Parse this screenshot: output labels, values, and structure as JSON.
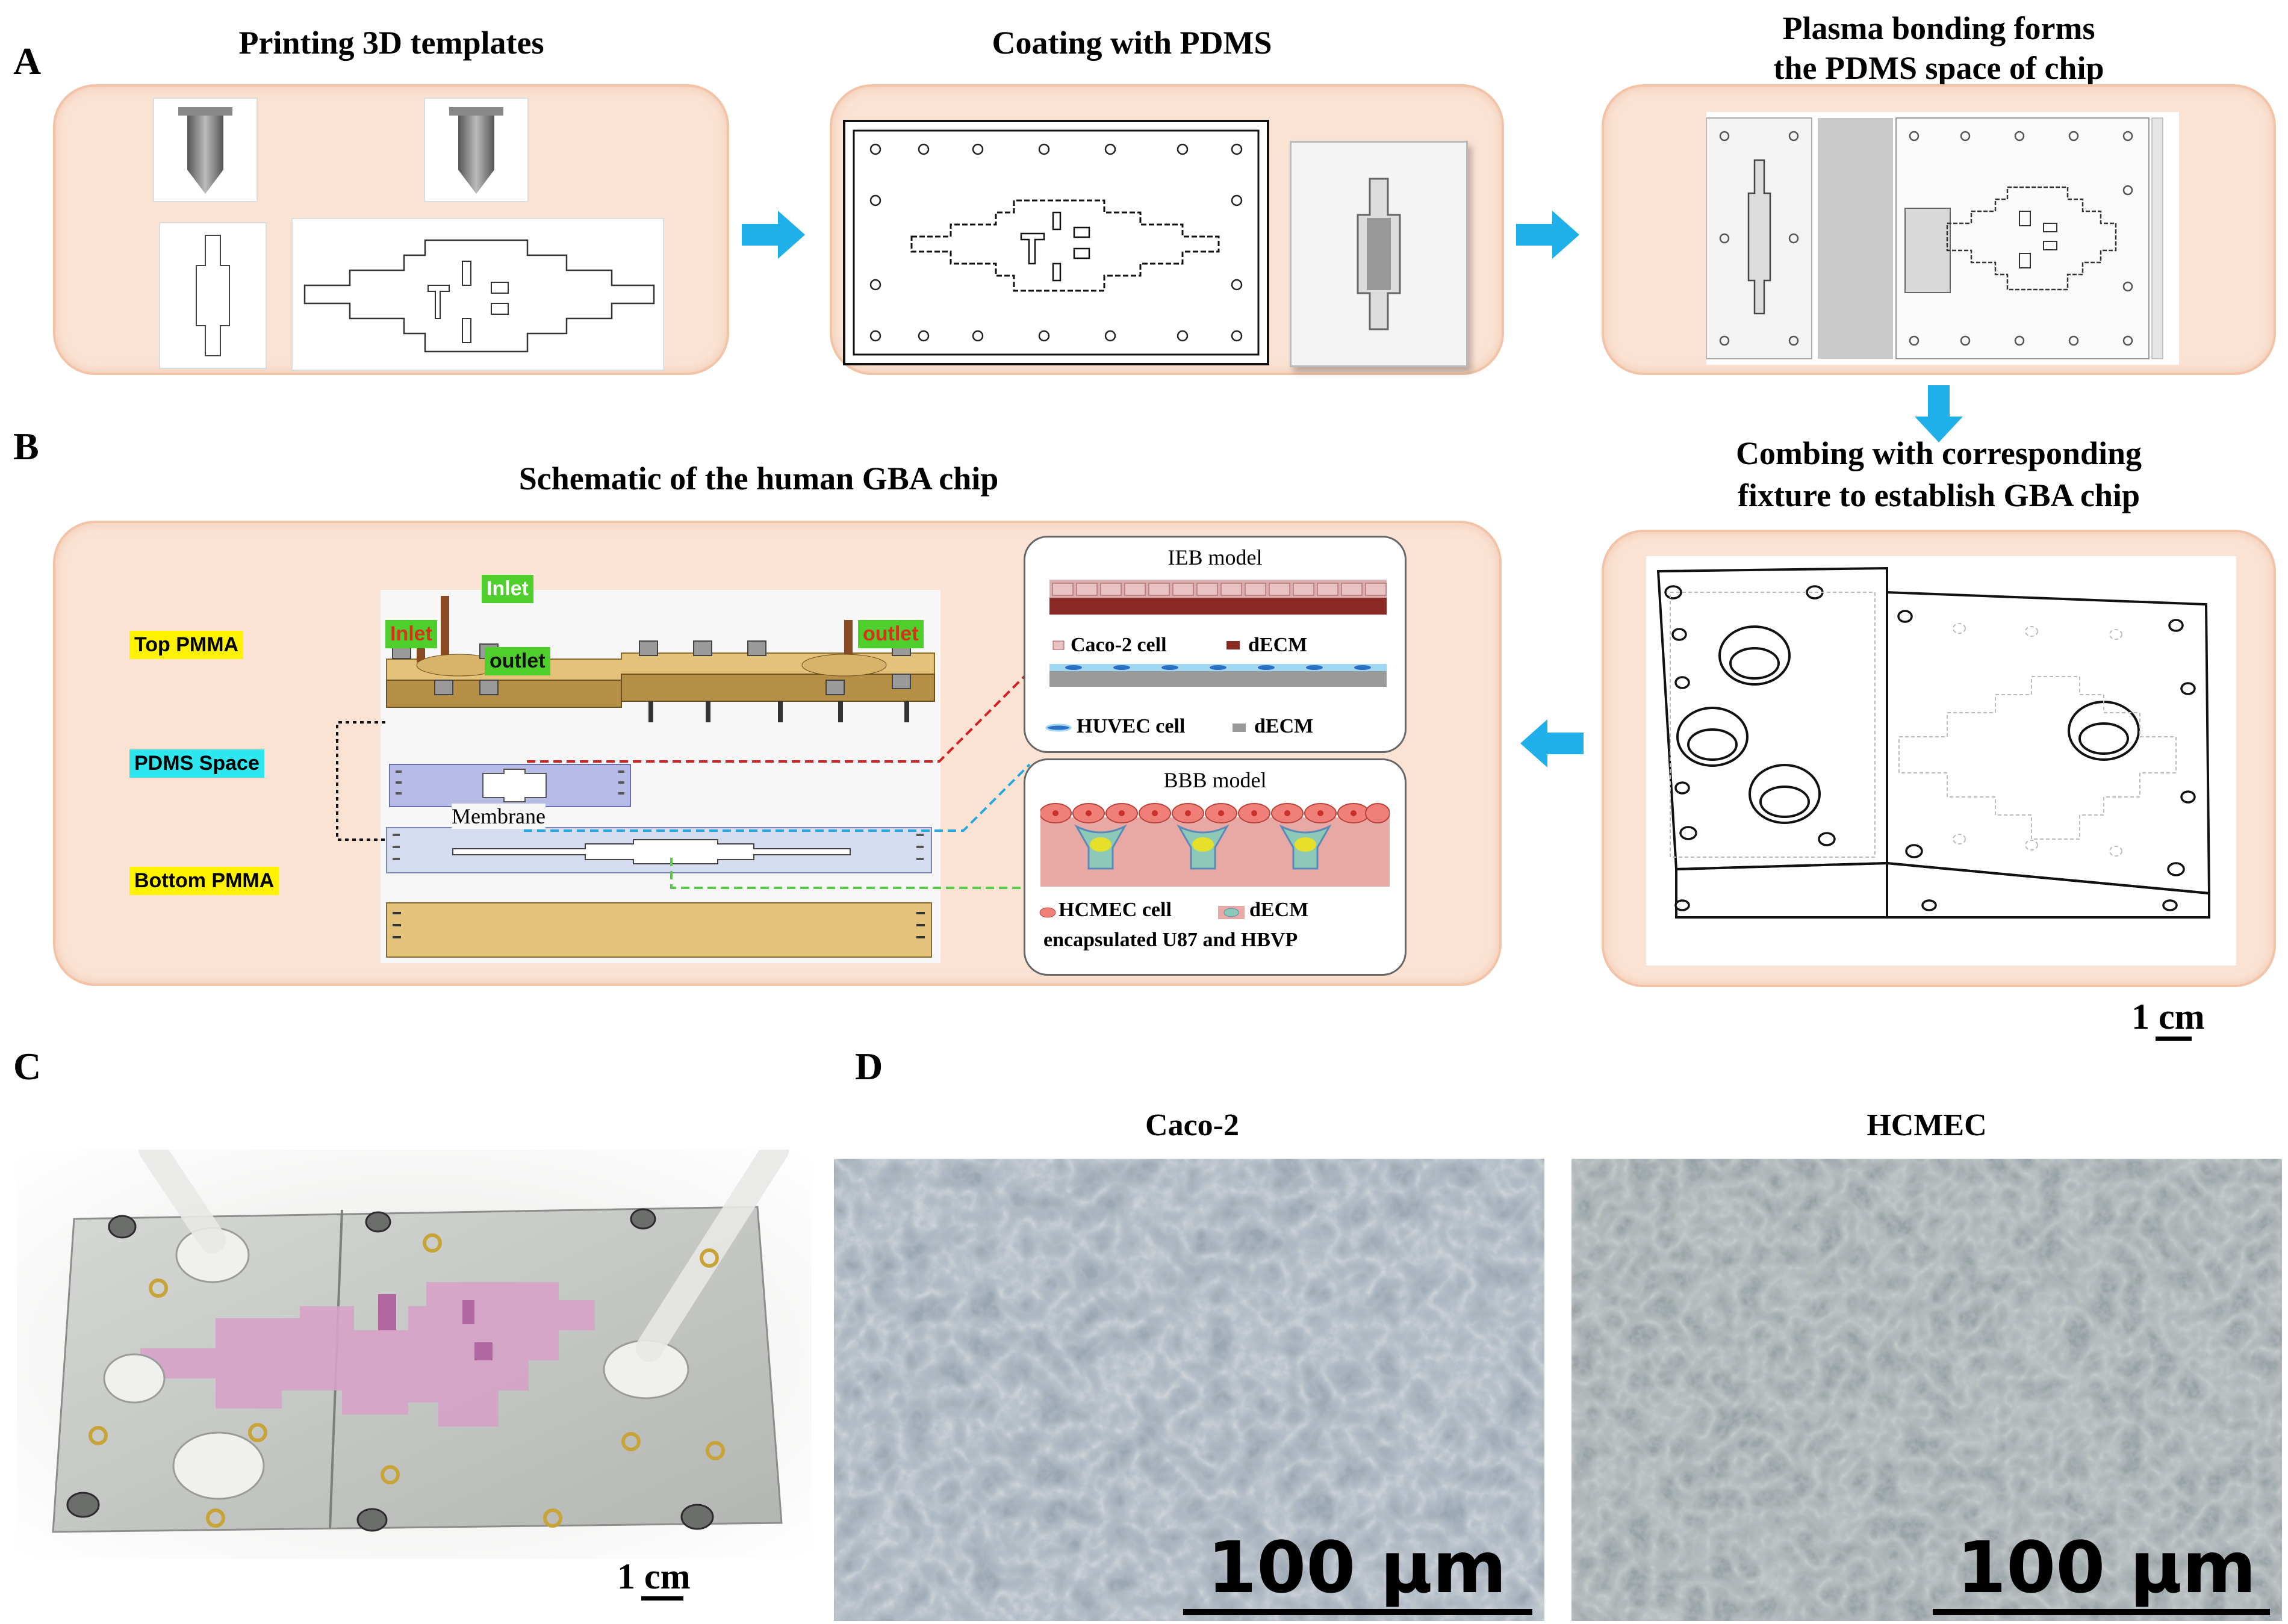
{
  "panel_letters": {
    "a": "A",
    "b": "B",
    "c": "C",
    "d": "D"
  },
  "panel_a": {
    "step1_title": "Printing 3D templates",
    "step2_title": "Coating with PDMS",
    "step3_title_line1": "Plasma bonding forms",
    "step3_title_line2": "the PDMS space of chip"
  },
  "panel_b": {
    "step4_title_line1": "Combing with corresponding",
    "step4_title_line2": "fixture to establish GBA chip",
    "schematic_title": "Schematic of the human GBA chip",
    "layer_labels": {
      "top": "Top PMMA",
      "pdms": "PDMS Space",
      "bottom": "Bottom PMMA"
    },
    "port_labels": {
      "inlet_left": "Inlet",
      "inlet_top": "Inlet",
      "outlet_center": "outlet",
      "outlet_right": "outlet"
    },
    "membrane_label": "Membrane",
    "ieb_model": {
      "title": "IEB model",
      "legend_caco2": "Caco-2 cell",
      "legend_decm_top": "dECM",
      "legend_huvec": "HUVEC cell",
      "legend_decm_bottom": "dECM"
    },
    "bbb_model": {
      "title": "BBB model",
      "legend_hcmec": "HCMEC cell",
      "legend_decm": "dECM",
      "legend_encapsulated": "encapsulated U87 and HBVP"
    },
    "scale_label": "1 cm"
  },
  "panel_c": {
    "scale_label": "1 cm"
  },
  "panel_d": {
    "left_label": "Caco-2",
    "right_label": "HCMEC",
    "left_scale": "100 µm",
    "right_scale": "100 µm"
  },
  "colors": {
    "box_fill": "#fbe3d4",
    "box_border": "#f2c3a6",
    "arrow": "#1fb0ea",
    "pmma": "#e4c27a",
    "pdms": "#b6bce6",
    "ieb_dash": "#d42020",
    "bbb_dash": "#29a8df",
    "green_dash": "#5ac84a"
  }
}
